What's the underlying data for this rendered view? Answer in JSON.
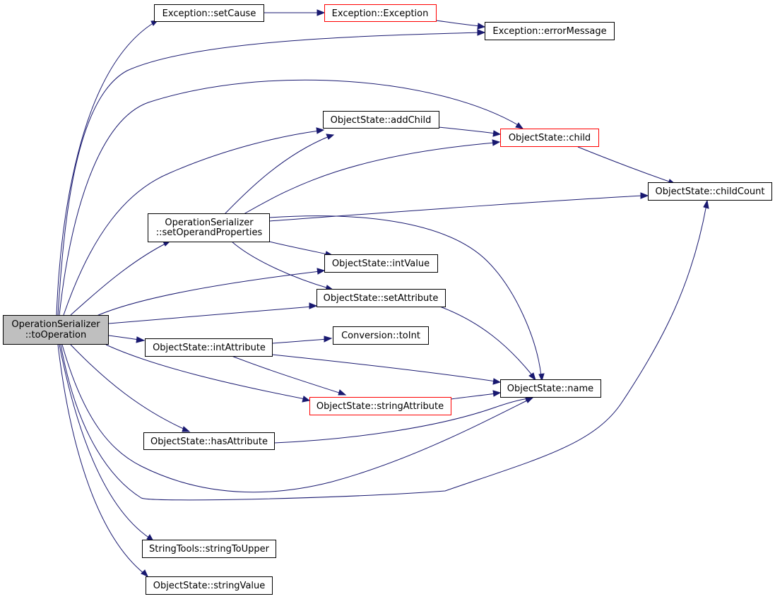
{
  "graph": {
    "edge_color": "#191970",
    "truncated_border_color": "#ff0000",
    "root_fill_color": "#bfbfbf",
    "nodes": {
      "to_operation": {
        "lines": [
          "OperationSerializer",
          "::toOperation"
        ]
      },
      "set_cause": {
        "lines": [
          "Exception::setCause"
        ]
      },
      "exception_ctor": {
        "lines": [
          "Exception::Exception"
        ]
      },
      "error_message": {
        "lines": [
          "Exception::errorMessage"
        ]
      },
      "add_child": {
        "lines": [
          "ObjectState::addChild"
        ]
      },
      "child": {
        "lines": [
          "ObjectState::child"
        ]
      },
      "child_count": {
        "lines": [
          "ObjectState::childCount"
        ]
      },
      "set_operand_properties": {
        "lines": [
          "OperationSerializer",
          "::setOperandProperties"
        ]
      },
      "int_value": {
        "lines": [
          "ObjectState::intValue"
        ]
      },
      "set_attribute": {
        "lines": [
          "ObjectState::setAttribute"
        ]
      },
      "to_int": {
        "lines": [
          "Conversion::toInt"
        ]
      },
      "int_attribute": {
        "lines": [
          "ObjectState::intAttribute"
        ]
      },
      "name": {
        "lines": [
          "ObjectState::name"
        ]
      },
      "string_attribute": {
        "lines": [
          "ObjectState::stringAttribute"
        ]
      },
      "has_attribute": {
        "lines": [
          "ObjectState::hasAttribute"
        ]
      },
      "string_to_upper": {
        "lines": [
          "StringTools::stringToUpper"
        ]
      },
      "string_value": {
        "lines": [
          "ObjectState::stringValue"
        ]
      }
    }
  }
}
